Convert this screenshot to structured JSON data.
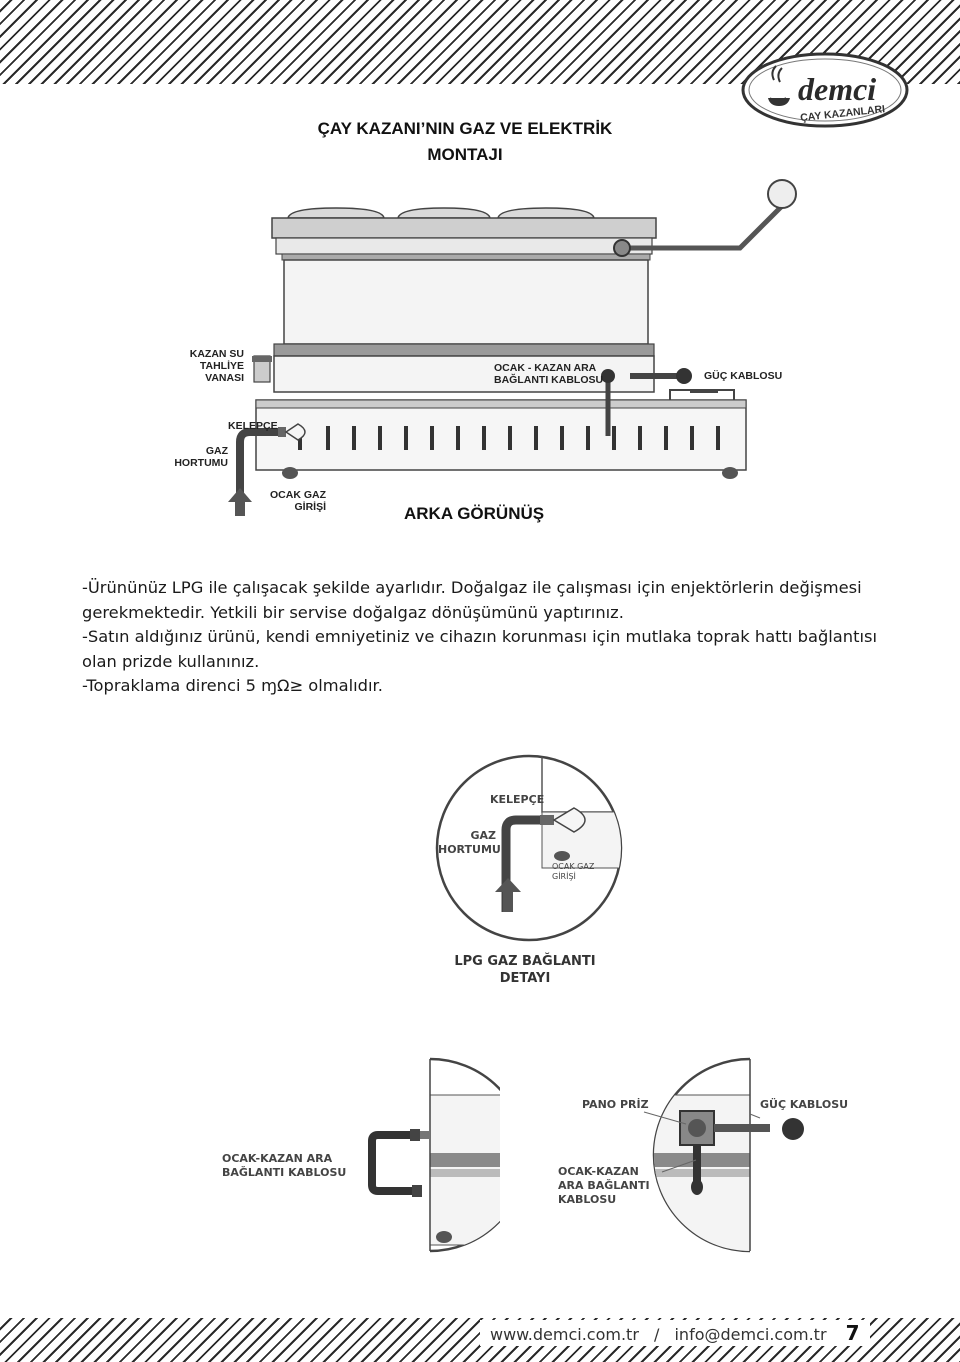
{
  "brand": {
    "name": "demci",
    "sub": "ÇAY KAZANLARI"
  },
  "title": [
    "ÇAY KAZANI’NIN GAZ VE ELEKTRİK",
    "MONTAJI"
  ],
  "rear_labels": {
    "drain": [
      "KAZAN SU",
      "TAHLİYE",
      "VANASI"
    ],
    "cable": [
      "OCAK - KAZAN ARA",
      "BAĞLANTI KABLOSU"
    ],
    "power": "GÜÇ KABLOSU",
    "clamp": "KELEPÇE",
    "hose": [
      "GAZ",
      "HORTUMU"
    ],
    "inlet": [
      "OCAK GAZ",
      "GİRİŞİ"
    ],
    "view": "ARKA GÖRÜNÜŞ"
  },
  "notes": [
    "-Ürününüz LPG ile çalışacak şekilde ayarlıdır. Doğalgaz ile çalışması için enjektörlerin değişmesi gerekmektedir. Yetkili bir servise doğalgaz dönüşümünü yaptırınız.",
    "-Satın aldığınız ürünü, kendi emniyetiniz ve cihazın korunması için mutlaka toprak hattı bağlantısı olan prizde kullanınız.",
    "-Topraklama direnci 5 ɱΩ≥ olmalıdır."
  ],
  "detail": {
    "clamp": "KELEPÇE",
    "hose": [
      "GAZ",
      "HORTUMU"
    ],
    "inlet": [
      "OCAK GAZ",
      "GİRİŞİ"
    ],
    "title": [
      "LPG GAZ BAĞLANTI",
      "DETAYI"
    ]
  },
  "bottom_labels": {
    "cable_left": [
      "OCAK-KAZAN ARA",
      "BAĞLANTI KABLOSU"
    ],
    "socket": "PANO PRİZ",
    "power": "GÜÇ KABLOSU",
    "cable_right": [
      "OCAK-KAZAN",
      "ARA BAĞLANTI",
      "KABLOSU"
    ]
  },
  "footer": {
    "web": "www.demci.com.tr",
    "sep": "/",
    "email": "info@demci.com.tr",
    "page": "7"
  }
}
